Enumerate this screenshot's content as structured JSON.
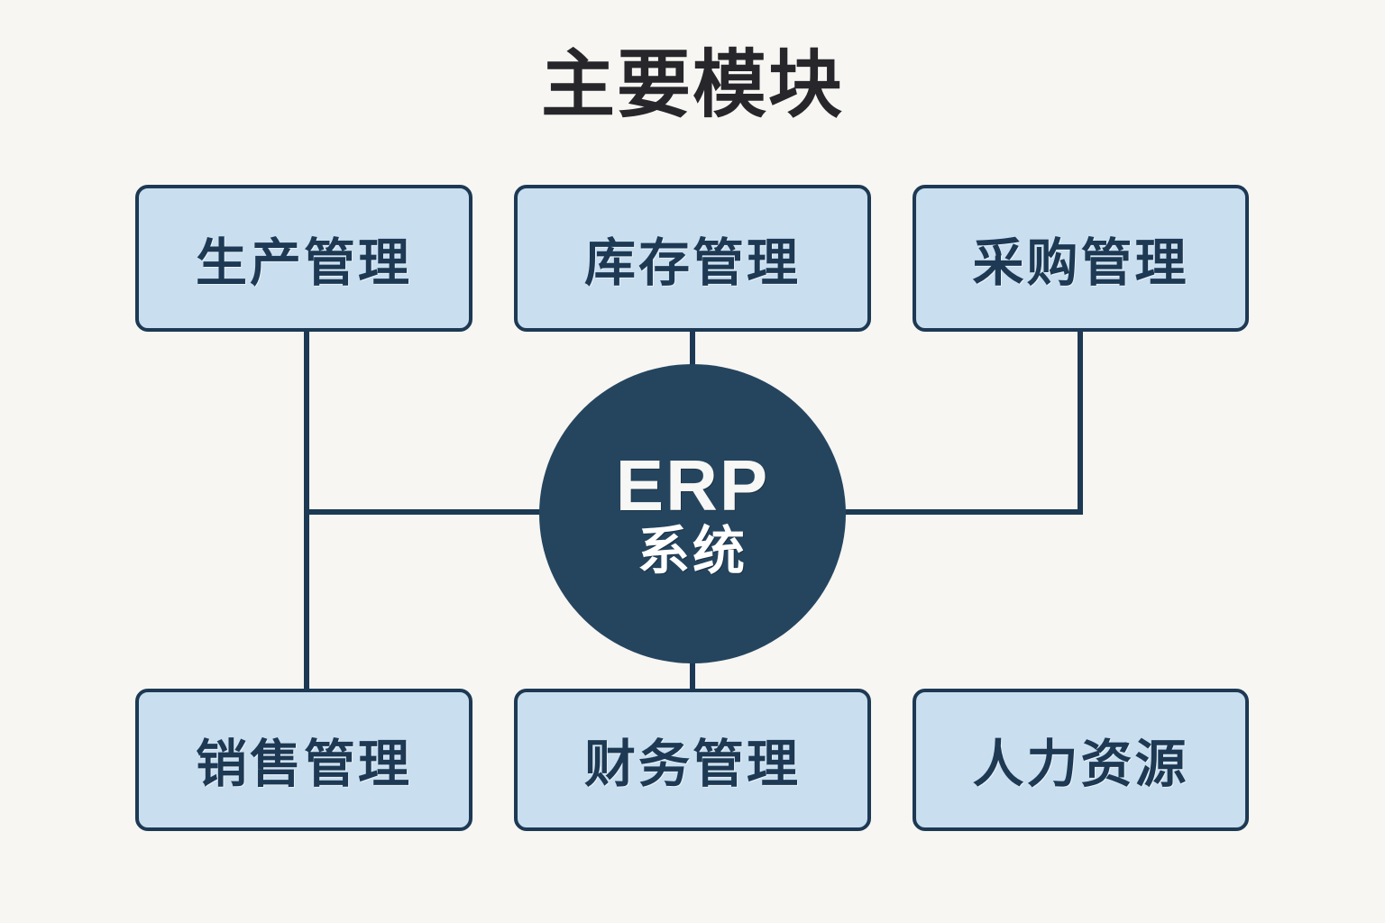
{
  "diagram": {
    "title": "主要模块",
    "type": "hub-and-spoke",
    "background_color": "#f7f6f3"
  },
  "hub": {
    "name": "erp-hub",
    "primary_label": "ERP",
    "secondary_label": "系统",
    "fill_color": "#25455f",
    "text_color": "#f7f7f5"
  },
  "style": {
    "box_fill": "#c9deef",
    "box_border": "#1d3953",
    "box_text": "#1d3953",
    "title_color": "#27262a",
    "connector_color": "#1d3953"
  },
  "modules": [
    {
      "id": "production",
      "label": "生产管理",
      "row": "top",
      "column": "left",
      "connected_to_hub": true
    },
    {
      "id": "inventory",
      "label": "库存管理",
      "row": "top",
      "column": "center",
      "connected_to_hub": true
    },
    {
      "id": "procurement",
      "label": "采购管理",
      "row": "top",
      "column": "right",
      "connected_to_hub": true
    },
    {
      "id": "sales",
      "label": "销售管理",
      "row": "bottom",
      "column": "left",
      "connected_to_hub": true
    },
    {
      "id": "finance",
      "label": "财务管理",
      "row": "bottom",
      "column": "center",
      "connected_to_hub": true
    },
    {
      "id": "hr",
      "label": "人力资源",
      "row": "bottom",
      "column": "right",
      "connected_to_hub": false
    }
  ],
  "connectors": [
    {
      "id": "production-to-sales-trunk",
      "from": "production",
      "to": "sales",
      "shape": "vertical"
    },
    {
      "id": "left-trunk-to-hub",
      "from": "production",
      "to": "erp-hub",
      "shape": "horizontal-branch"
    },
    {
      "id": "inventory-to-hub",
      "from": "inventory",
      "to": "erp-hub",
      "shape": "vertical"
    },
    {
      "id": "hub-to-finance",
      "from": "erp-hub",
      "to": "finance",
      "shape": "vertical"
    },
    {
      "id": "procurement-to-hub",
      "from": "procurement",
      "to": "erp-hub",
      "shape": "elbow"
    }
  ]
}
